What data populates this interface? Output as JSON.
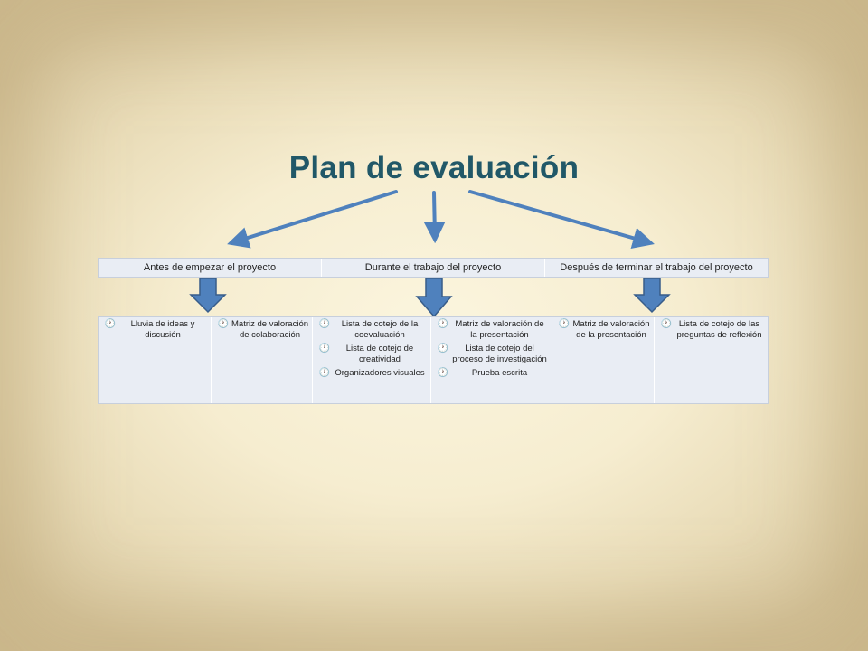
{
  "title": "Plan de evaluación",
  "phases": [
    "Antes de empezar el proyecto",
    "Durante el trabajo del proyecto",
    "Después de terminar el trabajo del proyecto"
  ],
  "tools": [
    {
      "items": [
        "Lluvia de ideas y discusión"
      ]
    },
    {
      "items": [
        "Matriz de valoración de colaboración"
      ]
    },
    {
      "items": [
        "Lista de cotejo de la coevaluación",
        "Lista de cotejo de creatividad",
        "Organizadores visuales"
      ]
    },
    {
      "items": [
        "Matriz de valoración de la presentación",
        "Lista de cotejo del proceso de investigación",
        "Prueba escrita"
      ]
    },
    {
      "items": [
        "Matriz de valoración de la presentación"
      ]
    },
    {
      "items": [
        "Lista de cotejo de las preguntas de reflexión"
      ]
    }
  ],
  "colors": {
    "title": "#215868",
    "arrow": "#4f81bd",
    "arrow_outline": "#385d8a",
    "table_fill": "#e9edf4"
  },
  "icons": {
    "bullet": "clock-icon"
  }
}
